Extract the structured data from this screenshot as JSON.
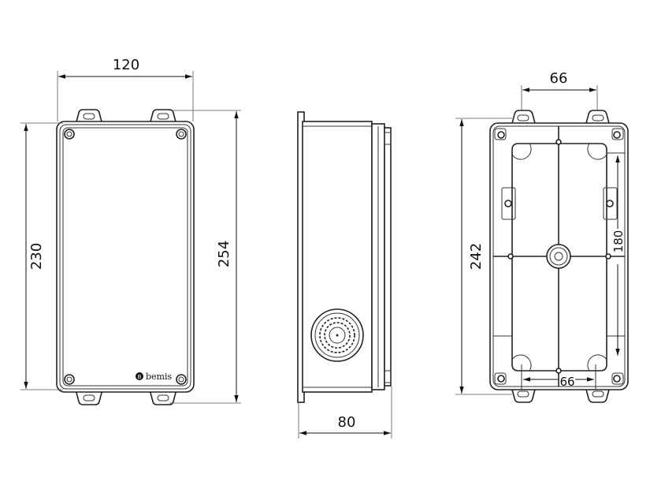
{
  "drawing": {
    "front_view": {
      "width_label": "120",
      "inner_height_label": "230",
      "outer_height_label": "254",
      "brand_label": "bemis",
      "brand_icon_letter": "B"
    },
    "side_view": {
      "depth_label": "80"
    },
    "back_view": {
      "tab_spacing_top_label": "66",
      "height_label": "242",
      "hole_spacing_vertical_label": "180",
      "hole_spacing_bottom_label": "66"
    }
  }
}
